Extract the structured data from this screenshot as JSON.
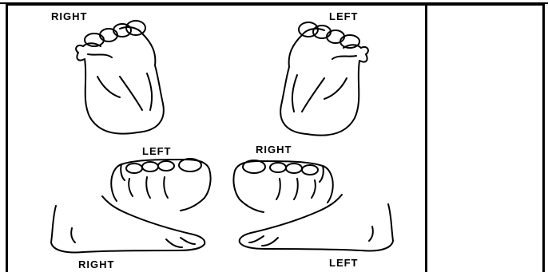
{
  "labels": {
    "sole_right": "RIGHT",
    "sole_left": "LEFT",
    "toes_left": "LEFT",
    "toes_right": "RIGHT",
    "side_right": "RIGHT",
    "side_left": "LEFT"
  }
}
